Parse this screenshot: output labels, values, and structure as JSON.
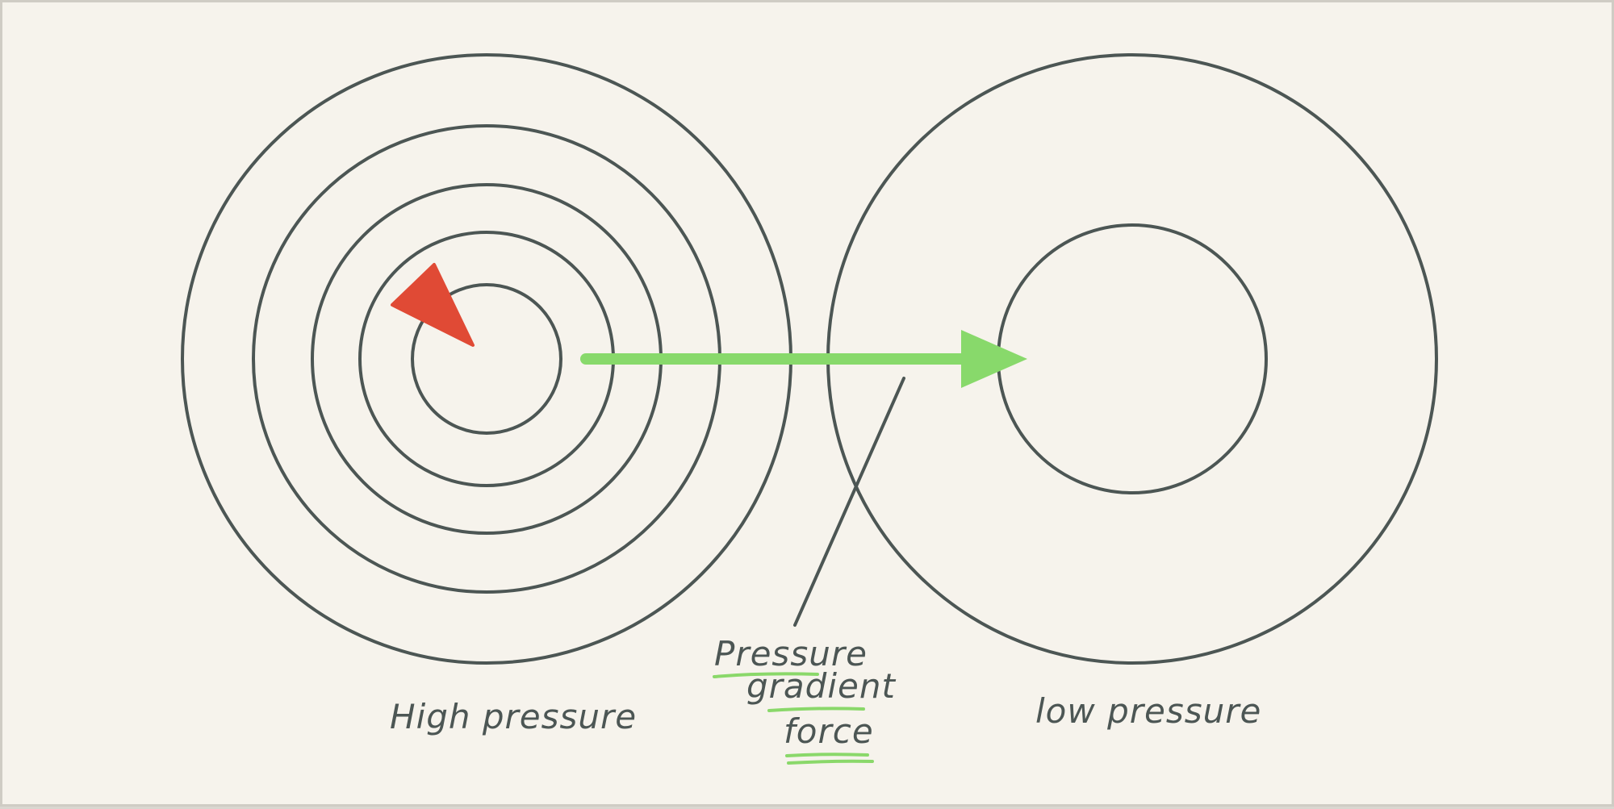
{
  "colors": {
    "paper": "#f6f3ec",
    "ink": "#4c5654",
    "arrow_green": "#88d96b",
    "arrow_red": "#e04a35",
    "underline_green": "#8ad86a"
  },
  "high_pressure": {
    "label": "High pressure",
    "isobar_count": 5,
    "arrow": "red-triangle-arrow"
  },
  "low_pressure": {
    "label": "low pressure",
    "isobar_count": 2
  },
  "force": {
    "label_line1": "Pressure",
    "label_line2": "gradient",
    "label_line3": "force",
    "arrow": "green-arrow"
  }
}
